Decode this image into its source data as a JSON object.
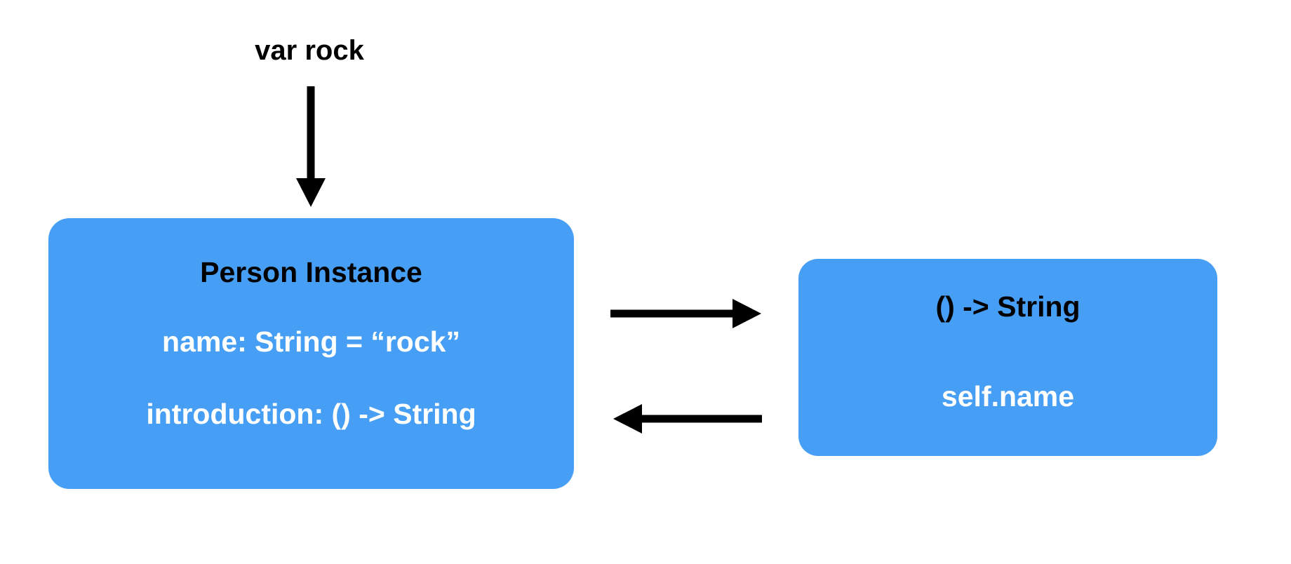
{
  "diagram": {
    "variable_label": "var rock",
    "person_box": {
      "title": "Person Instance",
      "property_name": "name: String = “rock”",
      "property_introduction": "introduction: () -> String"
    },
    "closure_box": {
      "signature": "() -> String",
      "body": "self.name"
    },
    "arrows": {
      "down": "var-rock-to-person-instance",
      "right": "person-instance-to-closure",
      "left": "closure-to-person-instance"
    },
    "colors": {
      "background": "#ffffff",
      "box_fill": "#479ff5",
      "text_dark": "#000000",
      "text_light": "#ffffff",
      "arrow": "#000000"
    }
  }
}
